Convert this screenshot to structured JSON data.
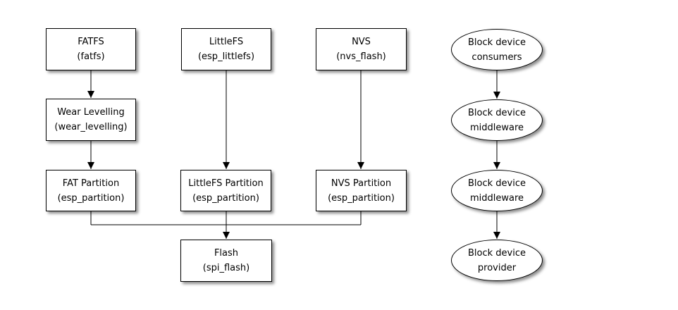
{
  "diagram": {
    "title": "storage-stack-diagram",
    "colors": {
      "stroke": "#000000",
      "node_fill": "#ffffff",
      "background": "#ffffff"
    },
    "boxes": [
      {
        "title": "FATFS",
        "subtitle": "(fatfs)"
      },
      {
        "title": "LittleFS",
        "subtitle": "(esp_littlefs)"
      },
      {
        "title": "NVS",
        "subtitle": "(nvs_flash)"
      },
      {
        "title": "Wear Levelling",
        "subtitle": "(wear_levelling)"
      },
      {
        "title": "FAT Partition",
        "subtitle": "(esp_partition)"
      },
      {
        "title": "LittleFS Partition",
        "subtitle": "(esp_partition)"
      },
      {
        "title": "NVS Partition",
        "subtitle": "(esp_partition)"
      },
      {
        "title": "Flash",
        "subtitle": "(spi_flash)"
      }
    ],
    "ellipses": [
      {
        "line1": "Block device",
        "line2": "consumers"
      },
      {
        "line1": "Block device",
        "line2": "middleware"
      },
      {
        "line1": "Block device",
        "line2": "middleware"
      },
      {
        "line1": "Block device",
        "line2": "provider"
      }
    ]
  }
}
